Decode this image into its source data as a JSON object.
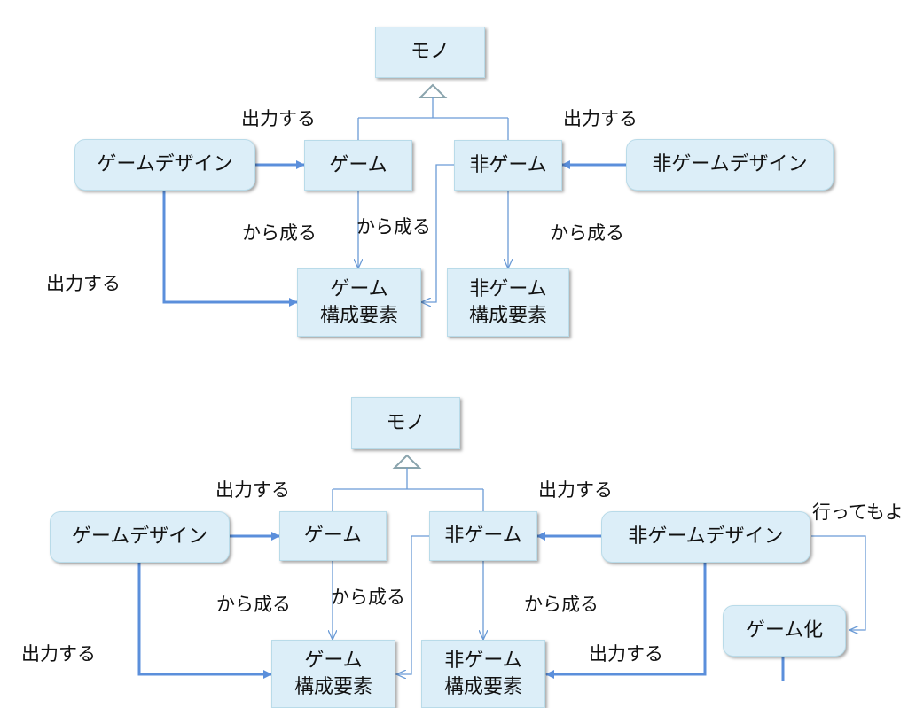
{
  "diagram_top": {
    "nodes": {
      "mono": "モノ",
      "game_design": "ゲームデザイン",
      "game": "ゲーム",
      "non_game": "非ゲーム",
      "non_game_design": "非ゲームデザイン",
      "game_elements": "ゲーム\n構成要素",
      "non_game_elements": "非ゲーム\n構成要素"
    },
    "labels": {
      "outputs_left": "出力する",
      "outputs_right": "出力する",
      "outputs_side": "出力する",
      "consists_of_1": "から成る",
      "consists_of_2": "から成る",
      "consists_of_3": "から成る"
    }
  },
  "diagram_bottom": {
    "nodes": {
      "mono": "モノ",
      "game_design": "ゲームデザイン",
      "game": "ゲーム",
      "non_game": "非ゲーム",
      "non_game_design": "非ゲームデザイン",
      "gamification": "ゲーム化",
      "game_elements": "ゲーム\n構成要素",
      "non_game_elements": "非ゲーム\n構成要素"
    },
    "labels": {
      "outputs_left": "出力する",
      "outputs_right": "出力する",
      "outputs_side": "出力する",
      "outputs_lower": "出力する",
      "consists_of_1": "から成る",
      "consists_of_2": "から成る",
      "consists_of_3": "から成る",
      "may_do": "行ってもよ"
    }
  },
  "colors": {
    "node_fill": "#dceef8",
    "node_border": "#b9dbe9",
    "thick_arrow": "#5b8fdb",
    "thin_line": "#6b9bd6",
    "inherit_triangle": "#8aa4ad"
  }
}
